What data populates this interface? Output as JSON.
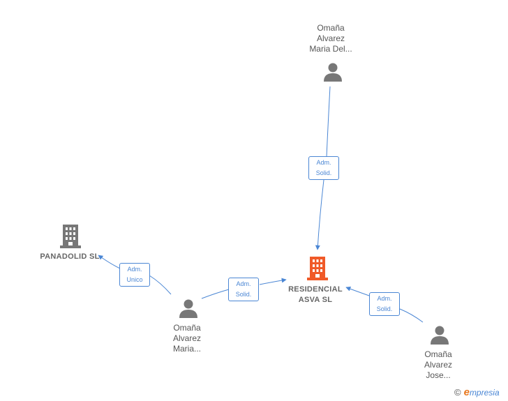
{
  "nodes": {
    "person_top": {
      "lines": [
        "Omaña",
        "Alvarez",
        "Maria Del..."
      ]
    },
    "person_left": {
      "lines": [
        "Omaña",
        "Alvarez",
        "Maria..."
      ]
    },
    "person_right": {
      "lines": [
        "Omaña",
        "Alvarez",
        "Jose..."
      ]
    },
    "company_panadolid": {
      "lines": [
        "PANADOLID SL"
      ]
    },
    "company_residencial": {
      "lines": [
        "RESIDENCIAL",
        "ASVA SL"
      ]
    }
  },
  "edges": {
    "top_to_residencial": {
      "lines": [
        "Adm.",
        "Solid."
      ]
    },
    "left_to_panadolid": {
      "lines": [
        "Adm.",
        "Unico"
      ]
    },
    "left_to_residencial": {
      "lines": [
        "Adm.",
        "Solid."
      ]
    },
    "right_to_residencial": {
      "lines": [
        "Adm.",
        "Solid."
      ]
    }
  },
  "colors": {
    "edge": "#4a86d4",
    "person_icon": "#777777",
    "company_icon": "#777777",
    "main_company_icon": "#f05a28"
  },
  "brand": {
    "copyright": "©",
    "initial": "e",
    "name": "mpresia"
  }
}
